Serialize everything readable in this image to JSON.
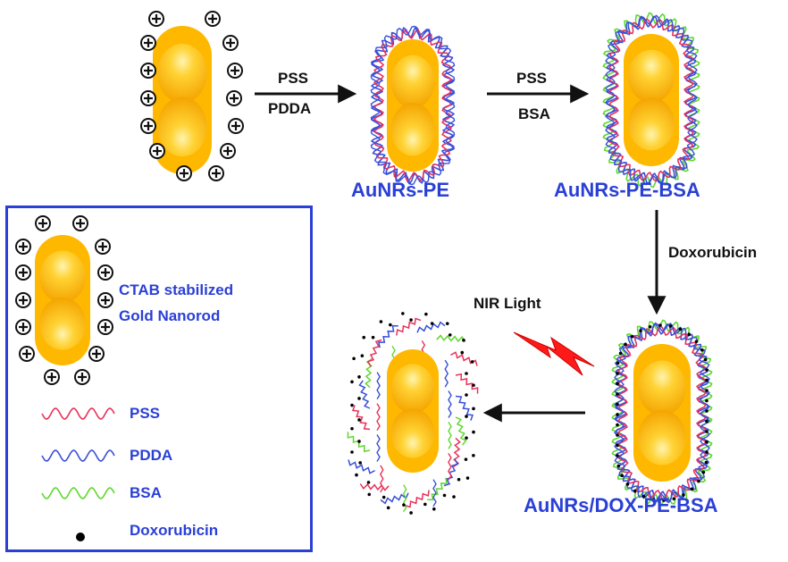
{
  "diagram": {
    "step1": {
      "top_label": "PSS",
      "bottom_label": "PDDA"
    },
    "step2": {
      "top_label": "PSS",
      "bottom_label": "BSA"
    },
    "step3": {
      "label": "Doxorubicin"
    },
    "step4": {
      "label": "NIR Light"
    },
    "products": {
      "first": "AuNRs-PE",
      "second": "AuNRs-PE-BSA",
      "third": "AuNRs/DOX-PE-BSA"
    }
  },
  "legend": {
    "nanorod_line1": "CTAB stabilized",
    "nanorod_line2": "Gold Nanorod",
    "items": [
      {
        "label": "PSS",
        "color": "#e8325a",
        "icon": "pss-wave-icon"
      },
      {
        "label": "PDDA",
        "color": "#3a4fd8",
        "icon": "pdda-wave-icon"
      },
      {
        "label": "BSA",
        "color": "#5ed82e",
        "icon": "bsa-wave-icon"
      },
      {
        "label": "Doxorubicin",
        "color": "#000000",
        "icon": "doxorubicin-dot-icon"
      }
    ]
  },
  "colors": {
    "gold_core": "#ffb800",
    "gold_highlight": "#fff4b0",
    "accent_blue": "#2a3fd6",
    "lightning": "#ff1a1a"
  }
}
